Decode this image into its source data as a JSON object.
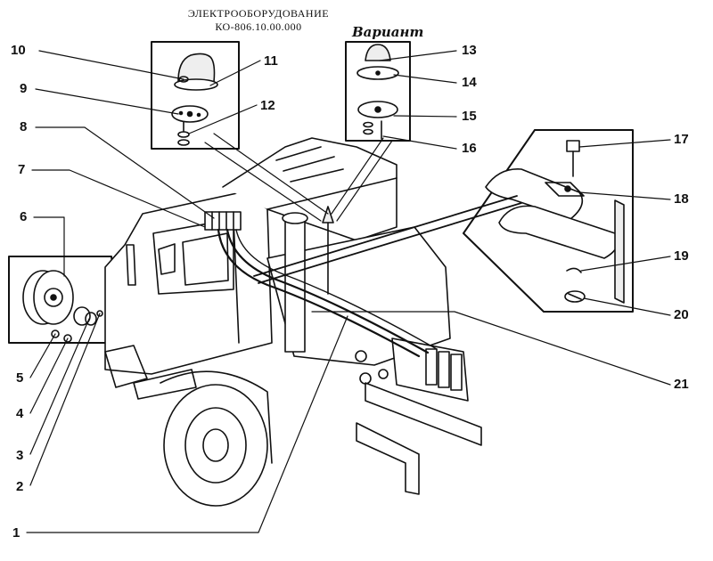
{
  "header": {
    "title_line1": "ЭЛЕКТРООБОРУДОВАНИЕ",
    "title_line2": "КО-806.10.00.000"
  },
  "variant_label": "Вариант",
  "callouts": [
    "1",
    "2",
    "3",
    "4",
    "5",
    "6",
    "7",
    "8",
    "9",
    "10",
    "11",
    "12",
    "13",
    "14",
    "15",
    "16",
    "17",
    "18",
    "19",
    "20",
    "21"
  ]
}
